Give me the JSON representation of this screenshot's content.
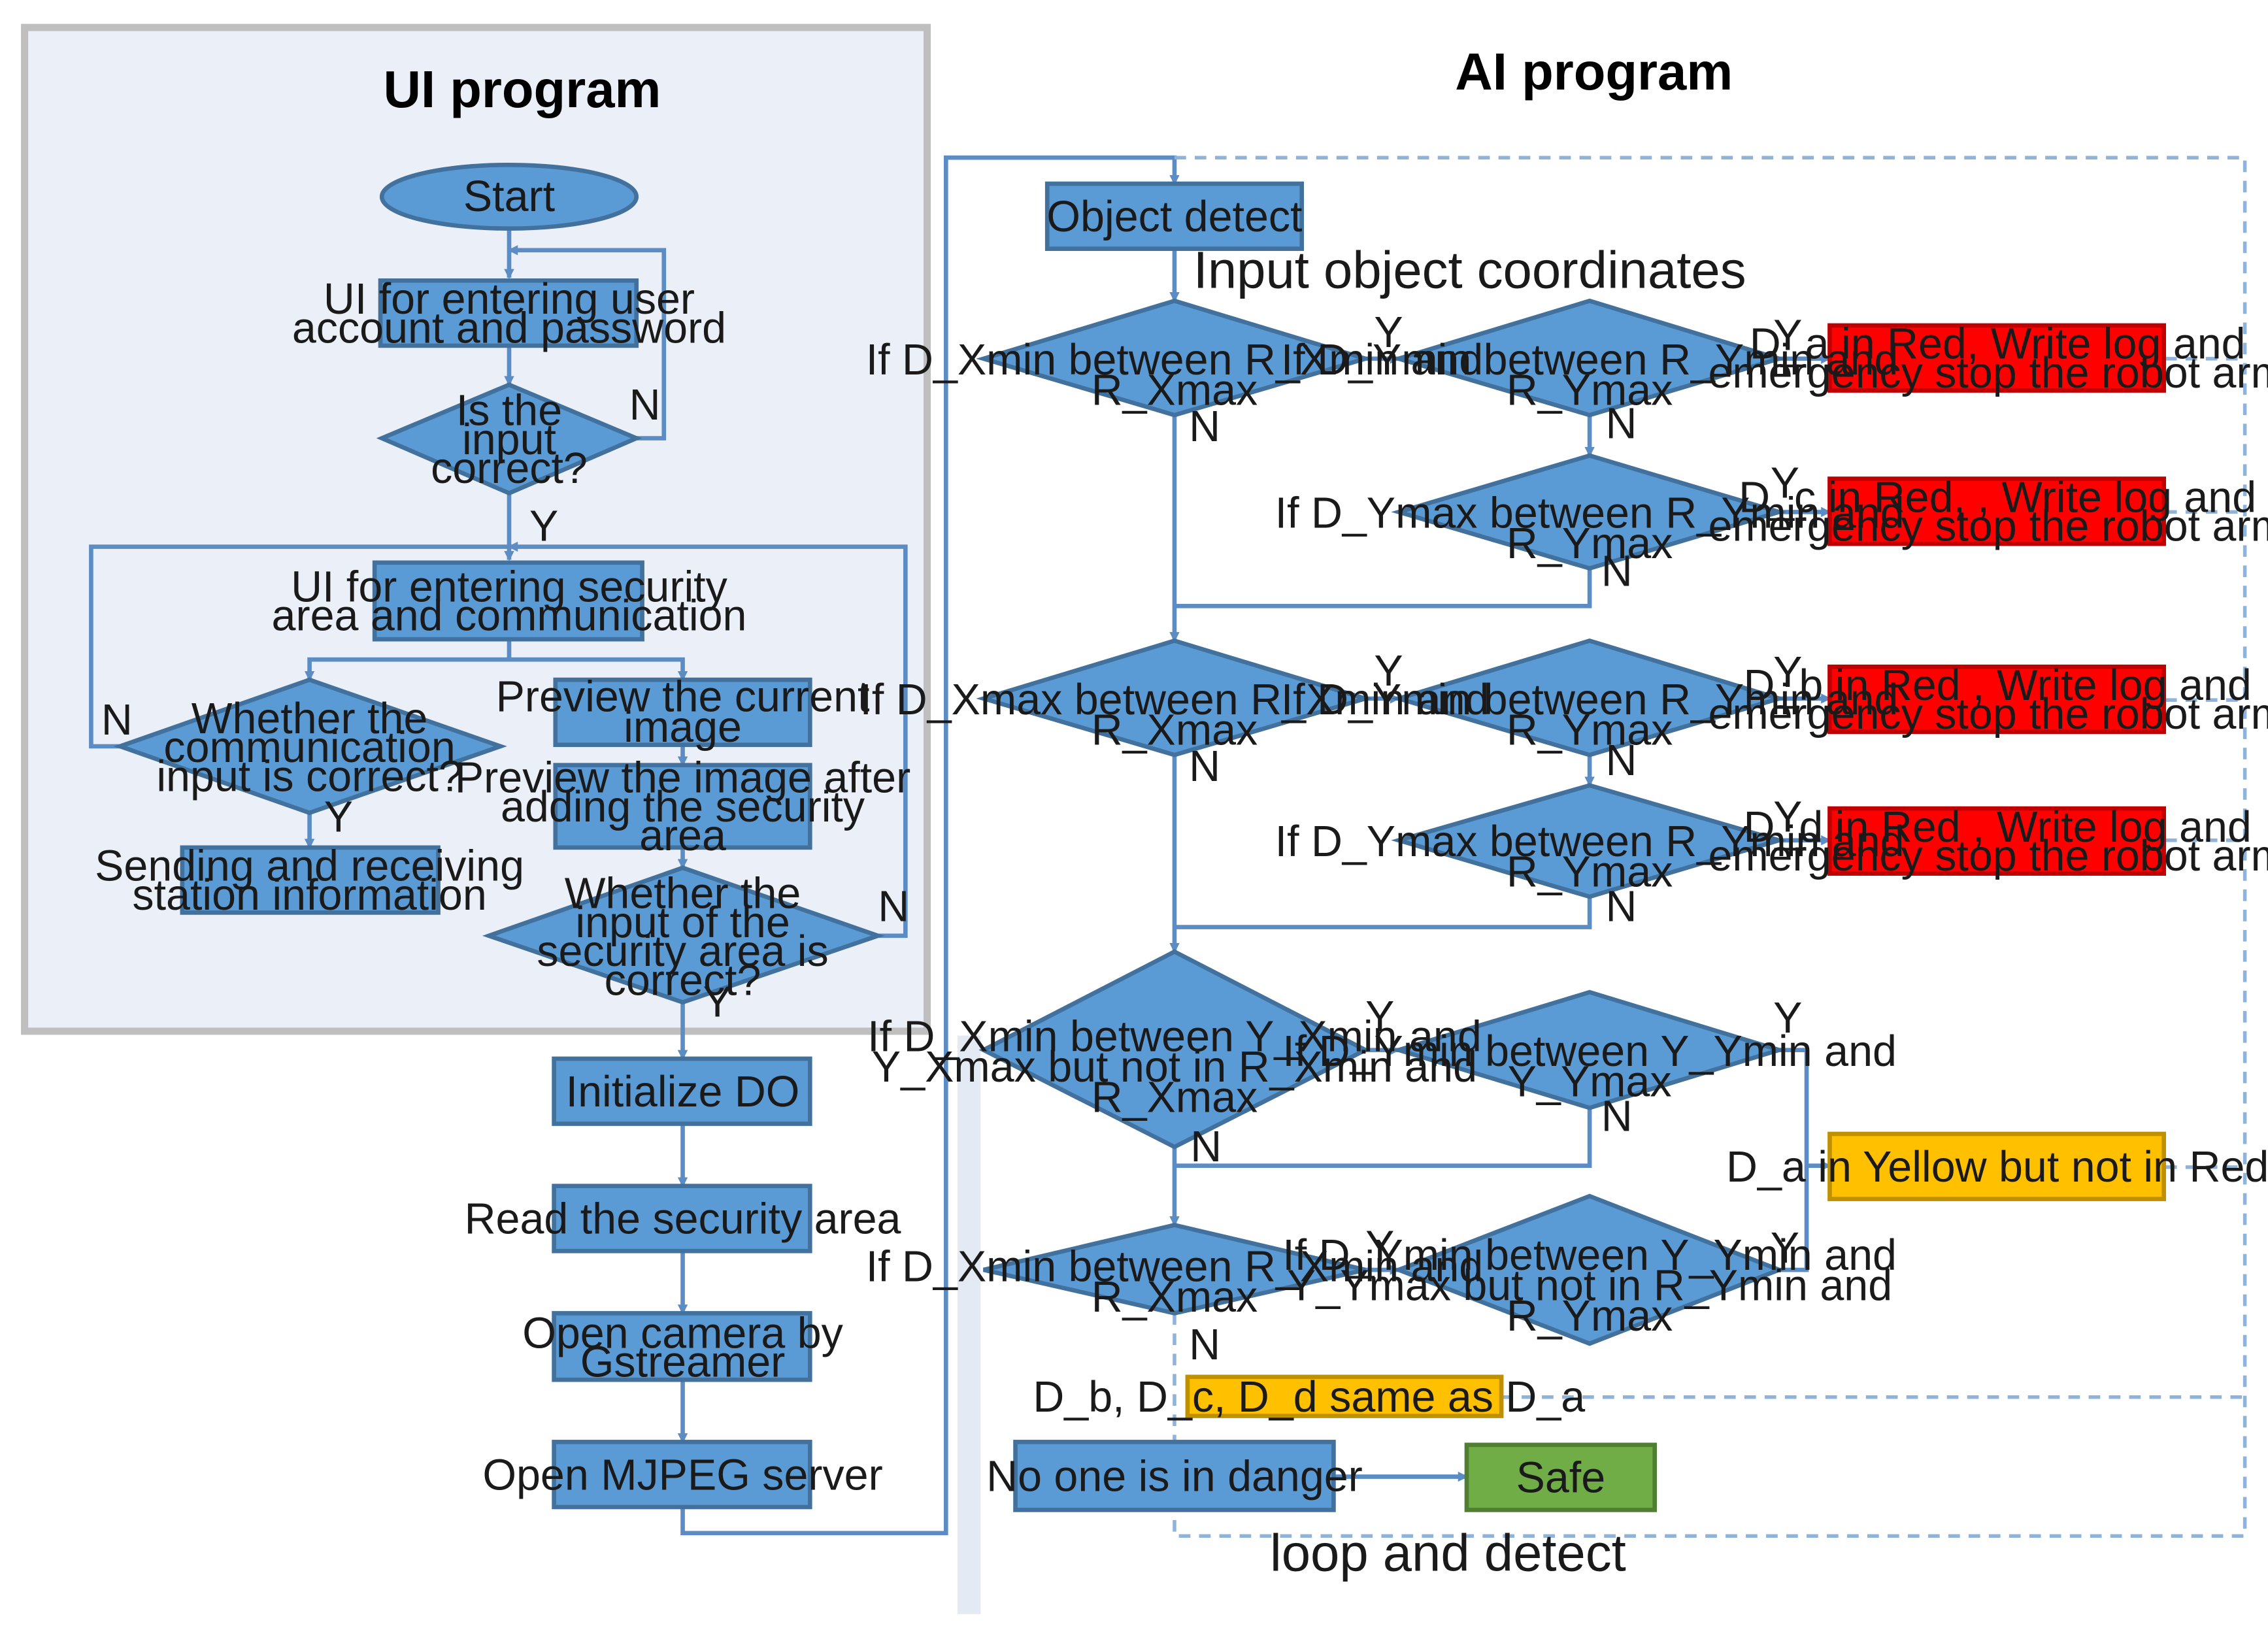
{
  "ui_title": "UI program",
  "ai_title": "AI program",
  "input_coords_label": "Input object coordinates",
  "loop_label": "loop and detect",
  "ui_nodes": {
    "start": "Start",
    "login": [
      "UI for entering user",
      "account and password"
    ],
    "input_correct": [
      "Is the",
      "input",
      "correct?"
    ],
    "security_ui": [
      "UI for entering security",
      "area and communication"
    ],
    "comm_correct": [
      "Whether the",
      "communication",
      "input is correct?"
    ],
    "preview_current": [
      "Preview the current",
      "image"
    ],
    "preview_after": [
      "Preview the image after",
      "adding the security",
      "area"
    ],
    "send_receive": [
      "Sending and receiving",
      "station information"
    ],
    "area_correct": [
      "Whether the",
      "input of the",
      "security area is",
      "correct?"
    ],
    "init_do": "Initialize DO",
    "read_area": "Read the security area",
    "open_camera": [
      "Open camera by",
      "Gstreamer"
    ],
    "open_mjpeg": "Open MJPEG server"
  },
  "ai_nodes": {
    "object_detect": "Object detect",
    "d1": [
      "If D_Xmin between R_Xmin and",
      "R_Xmax"
    ],
    "d2": [
      "If D_Ymin between R_Ymin and",
      "R_Ymax"
    ],
    "d3": [
      "If D_Ymax between R_Ymin and",
      "R_Ymax"
    ],
    "d4": [
      "If D_Xmax between R_Xmin and",
      "R_Xmax"
    ],
    "d5": [
      "If D_Ymin between R_Ymin and",
      "R_Ymax"
    ],
    "d6": [
      "If D_Ymax between R_Ymin and",
      "R_Ymax"
    ],
    "d7": [
      "If D_Xmin between Y_Xmin and",
      "Y_Xmax but not in R_Xmin and",
      "R_Xmax"
    ],
    "d8": [
      "If D_Ymin between Y_Ymin and",
      "Y_Ymax"
    ],
    "d9": [
      "If D_Xmin between R_Xmin and",
      "R_Xmax"
    ],
    "d10": [
      "If D_Ymin between Y_Ymin and",
      "Y_Ymax but not in R_Ymin and",
      "R_Ymax"
    ],
    "red_a": [
      "D_a in Red, Write log and",
      "emergency stop the robot arm"
    ],
    "red_c": [
      "D_c in Red, , Write log and",
      "emergency stop the robot arm"
    ],
    "red_b": [
      "D_b in Red , Write log and",
      "emergency stop the robot arm"
    ],
    "red_d": [
      "D_d in Red , Write log and",
      "emergency stop the robot arm"
    ],
    "yellow_a": "D_a in Yellow but not in Red",
    "yellow_same": "D_b, D_c, D_d same as D_a",
    "no_danger": "No one is in danger",
    "safe": "Safe"
  },
  "colors": {
    "ui_panel_bg": "#eaeff8",
    "ui_panel_border": "#bfbfbf",
    "shape_blue": "#5b9bd5",
    "alarm_red": "#ff0000",
    "warn_yellow": "#ffc000",
    "safe_green": "#70ad47",
    "connector": "#5b8cc4"
  }
}
